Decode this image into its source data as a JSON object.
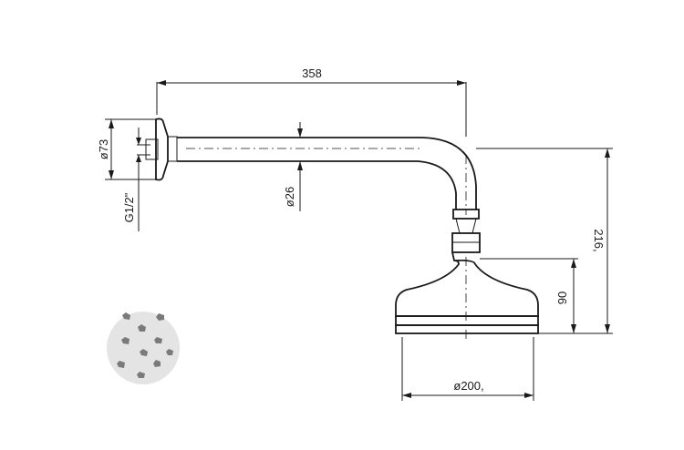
{
  "dimensions": {
    "arm_length": "358",
    "flange_diameter": "ø73",
    "thread": "G1/2\"",
    "pipe_diameter": "ø26",
    "total_height": "216,",
    "head_height": "90",
    "head_diameter": "ø200,"
  },
  "colors": {
    "line": "#1a1a1a",
    "swatch_bg": "#e4e4e4",
    "nozzle": "#7a7a7a"
  },
  "icons": {
    "nozzle_swatch": "shower-spray-nozzles-icon"
  }
}
